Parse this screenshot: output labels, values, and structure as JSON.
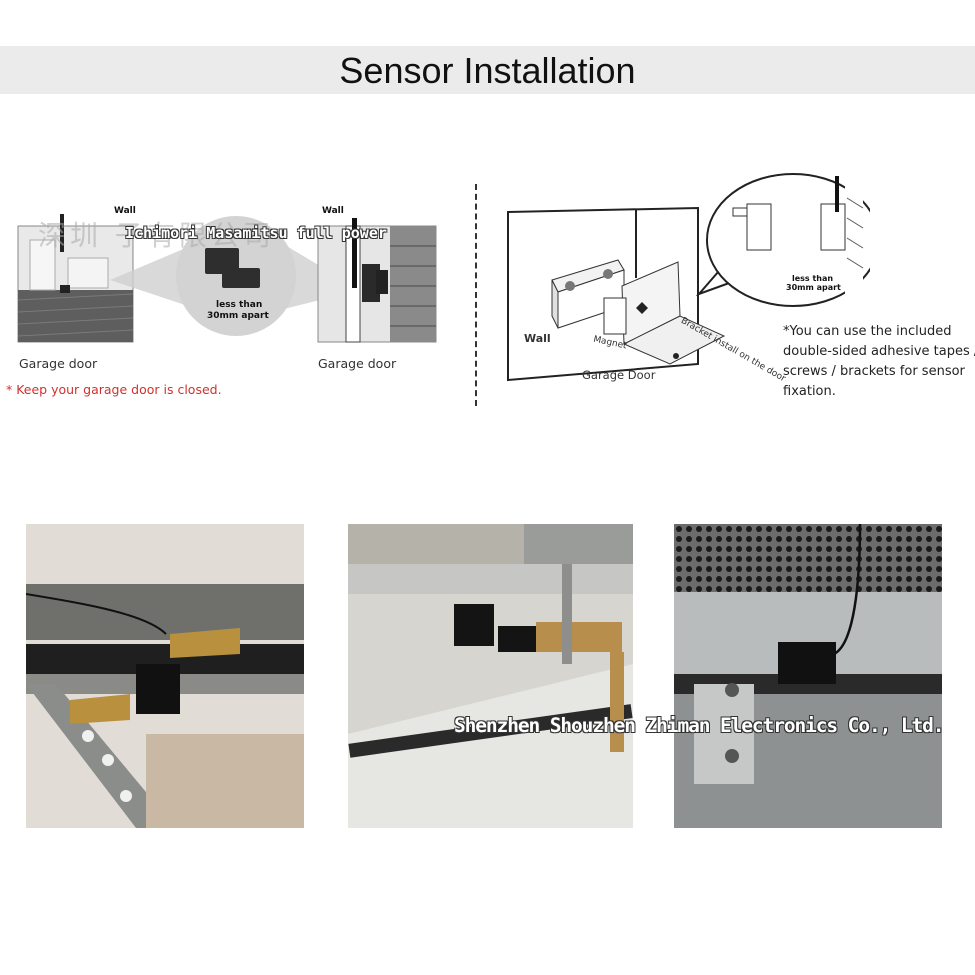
{
  "page": {
    "title": "Sensor Installation"
  },
  "left_diagram": {
    "wall_label_1": "Wall",
    "wall_label_2": "Wall",
    "distance_label_line1": "less than",
    "distance_label_line2": "30mm apart",
    "garage_door_label_1": "Garage door",
    "garage_door_label_2": "Garage door",
    "closed_note": "* Keep your garage door is closed."
  },
  "right_diagram": {
    "wall_label": "Wall",
    "magnet_label": "Magnet",
    "bracket_label": "Bracket install on the door",
    "garage_door_label": "Garage Door",
    "distance_label_line1": "less than",
    "distance_label_line2": "30mm apart",
    "fixation_note": "*You can use the included double-sided adhesive tapes / screws / brackets for sensor fixation."
  },
  "watermarks": {
    "chinese": "深圳    子有限公司",
    "overlay_1": "Ichimori Masamitsu full power",
    "overlay_2": "Shenzhen Shouzhen Zhiman Electronics Co., Ltd."
  },
  "colors": {
    "title_band": "#ebebeb",
    "note_red": "#d0312d"
  }
}
